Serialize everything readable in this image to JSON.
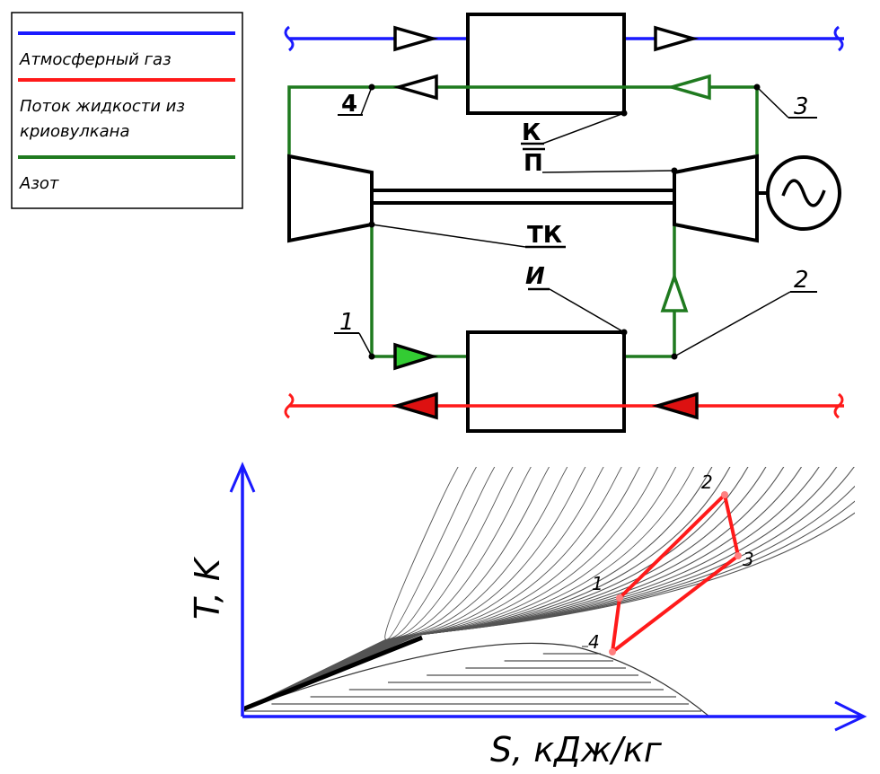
{
  "legend": {
    "items": [
      {
        "label": "Атмосферный газ",
        "color": "#1a1aff"
      },
      {
        "label": "Поток жидкости из",
        "label2": "криовулкана",
        "color": "#ff1a1a"
      },
      {
        "label": "Азот",
        "color": "#1f7a1f"
      }
    ]
  },
  "scheme": {
    "labels": {
      "k": "К",
      "p": "П",
      "tk": "ТК",
      "i": "И",
      "pt1": "1",
      "pt2": "2",
      "pt3": "3",
      "pt4": "4"
    },
    "colors": {
      "air": "#1a1aff",
      "liquid": "#ff1a1a",
      "nitrogen": "#1f7a1f",
      "arrow_fill_green": "#33cc33",
      "arrow_fill_red": "#dd1111"
    }
  },
  "ts_diagram": {
    "xlabel": "S, кДж/кг",
    "ylabel": "T, K",
    "point_labels": [
      "1",
      "2",
      "3",
      "4"
    ],
    "cycle_color": "#ff1a1a",
    "axis_color": "#1a1aff"
  }
}
